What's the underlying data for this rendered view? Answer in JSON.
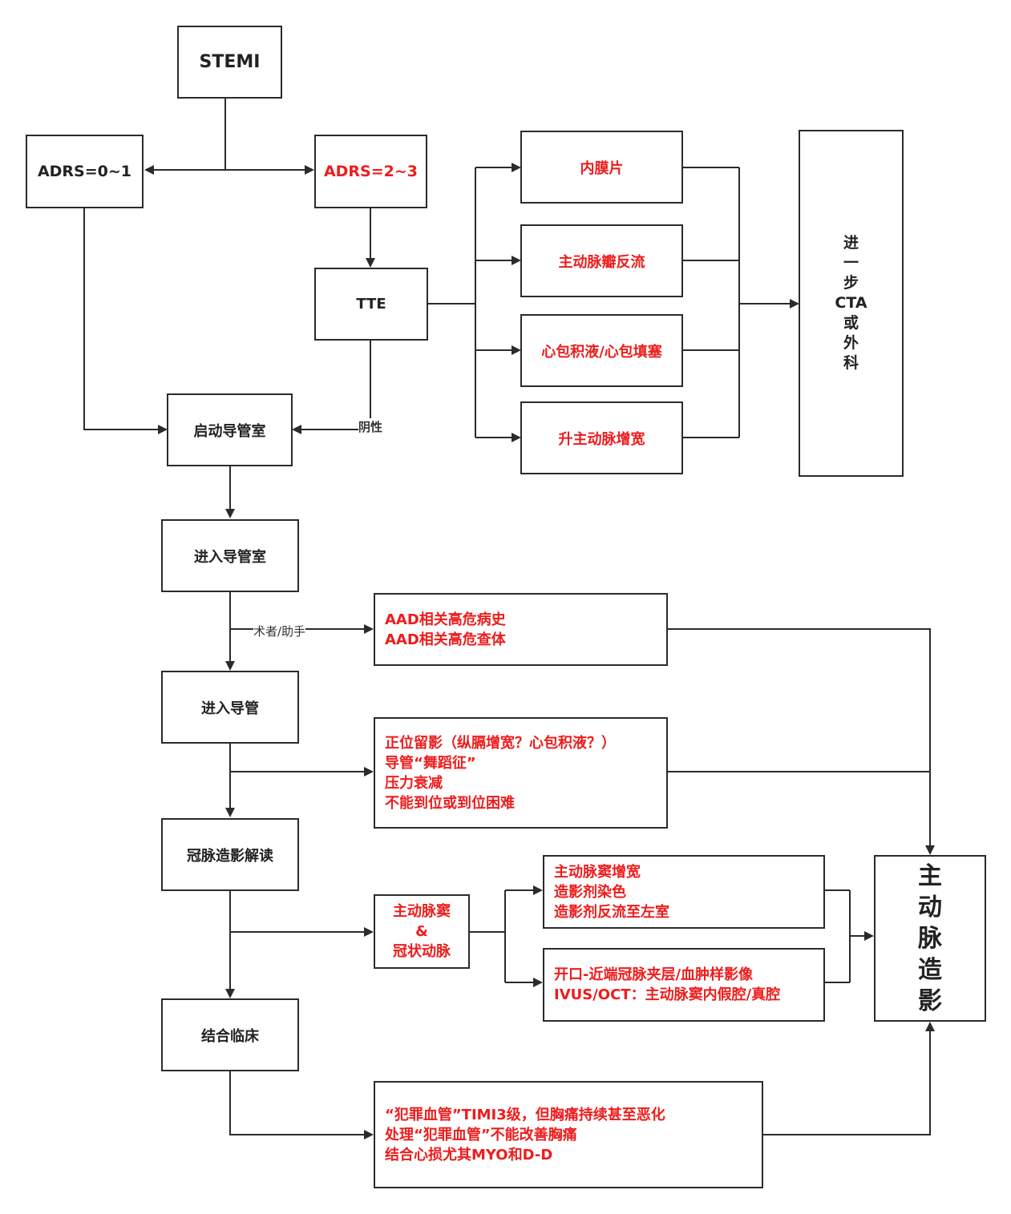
{
  "colors": {
    "line": "#2b2b2b",
    "highlight": "#ee1c1c",
    "text": "#222222",
    "background": "#ffffff"
  },
  "nodes": {
    "stemi": "STEMI",
    "adrs_low": "ADRS=0~1",
    "adrs_high": "ADRS=2~3",
    "tte": "TTE",
    "intimal_flap": "内膜片",
    "aortic_regurg": "主动脉瓣反流",
    "pericardial": "心包积液/心包填塞",
    "ascending_dilation": "升主动脉增宽",
    "further": [
      "进",
      "一",
      "步",
      "CTA",
      "或",
      "外",
      "科"
    ],
    "activate_cath_lab": "启动导管室",
    "enter_cath_lab": "进入导管室",
    "aad_risk": [
      "AAD相关高危病史",
      "AAD相关高危查体"
    ],
    "enter_catheter": "进入导管",
    "catheter_signs": [
      "正位留影（纵膈增宽？心包积液？）",
      "导管“舞蹈征”",
      "压力衰减",
      "不能到位或到位困难"
    ],
    "coronary_reading": "冠脉造影解读",
    "sinus_coronary": [
      "主动脉窦",
      "&",
      "冠状动脉"
    ],
    "sinus_findings": [
      "主动脉窦增宽",
      "造影剂染色",
      "造影剂反流至左室"
    ],
    "ostium_findings": [
      "开口-近端冠脉夹层/血肿样影像",
      "IVUS/OCT：主动脉窦内假腔/真腔"
    ],
    "combine_clinical": "结合临床",
    "clinical_findings": [
      "“犯罪血管”TIMI3级，但胸痛持续甚至恶化",
      "处理“犯罪血管”不能改善胸痛",
      "结合心损尤其MYO和D-D"
    ],
    "aortography": [
      "主",
      "动",
      "脉",
      "造",
      "影"
    ]
  },
  "edge_labels": {
    "negative": "阴性",
    "operator": "术者/助手"
  }
}
